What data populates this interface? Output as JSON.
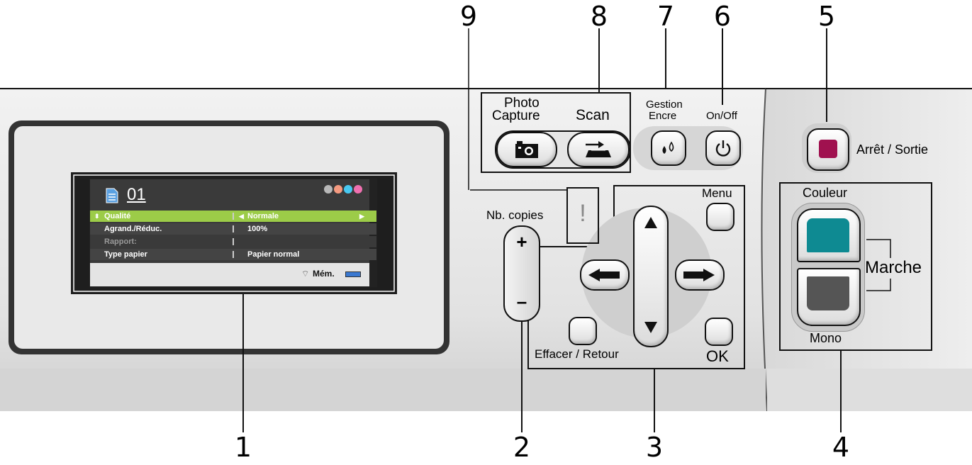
{
  "callouts": [
    "1",
    "2",
    "3",
    "4",
    "5",
    "6",
    "7",
    "8",
    "9"
  ],
  "lcd": {
    "copies": "01",
    "rows": [
      {
        "key": "Qualité",
        "value": "Normale"
      },
      {
        "key": "Agrand./Réduc.",
        "value": "100%"
      },
      {
        "key": "Rapport:",
        "value": ""
      },
      {
        "key": "Type papier",
        "value": "Papier normal"
      }
    ],
    "status": "Mém.",
    "ink_dot_colors": [
      "#b8b8b8",
      "#f49a80",
      "#48c8f0",
      "#f070b0"
    ]
  },
  "labels": {
    "photo_capture_line1": "Photo",
    "photo_capture_line2": "Capture",
    "scan": "Scan",
    "gestion_line1": "Gestion",
    "gestion_line2": "Encre",
    "on_off": "On/Off",
    "arret_sortie": "Arrêt / Sortie",
    "couleur": "Couleur",
    "marche": "Marche",
    "mono": "Mono",
    "nb_copies": "Nb. copies",
    "menu": "Menu",
    "effacer_retour": "Effacer / Retour",
    "ok": "OK",
    "plus": "+",
    "minus": "–",
    "warning": "!"
  },
  "colors": {
    "stop_button": "#a0114f",
    "color_start": "#0e8a92",
    "mono_start": "#555555",
    "lcd_highlight": "#9ccc48"
  }
}
